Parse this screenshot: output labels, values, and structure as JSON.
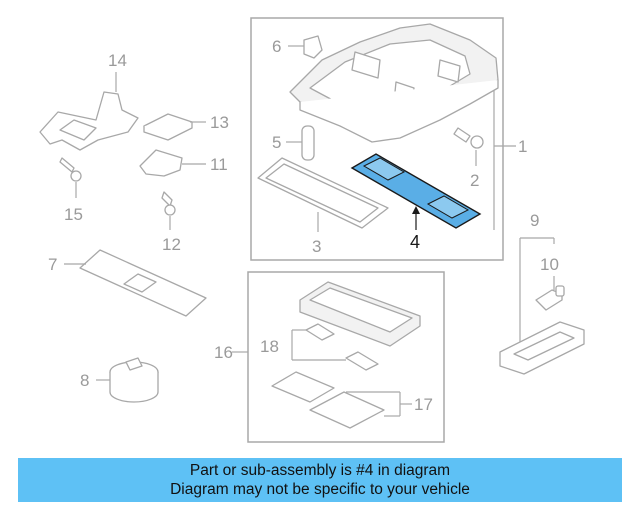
{
  "callouts": {
    "c1": "1",
    "c2": "2",
    "c3": "3",
    "c4": "4",
    "c5": "5",
    "c6": "6",
    "c7": "7",
    "c8": "8",
    "c9": "9",
    "c10": "10",
    "c11": "11",
    "c12": "12",
    "c13": "13",
    "c14": "14",
    "c15": "15",
    "c16": "16",
    "c17": "17",
    "c18": "18"
  },
  "highlight": {
    "part": "4",
    "color": "#5aaee6"
  },
  "banner": {
    "line1": "Part or sub-assembly is #4 in diagram",
    "line2": "Diagram may not be specific to your vehicle",
    "color": "#5ec1f5"
  }
}
